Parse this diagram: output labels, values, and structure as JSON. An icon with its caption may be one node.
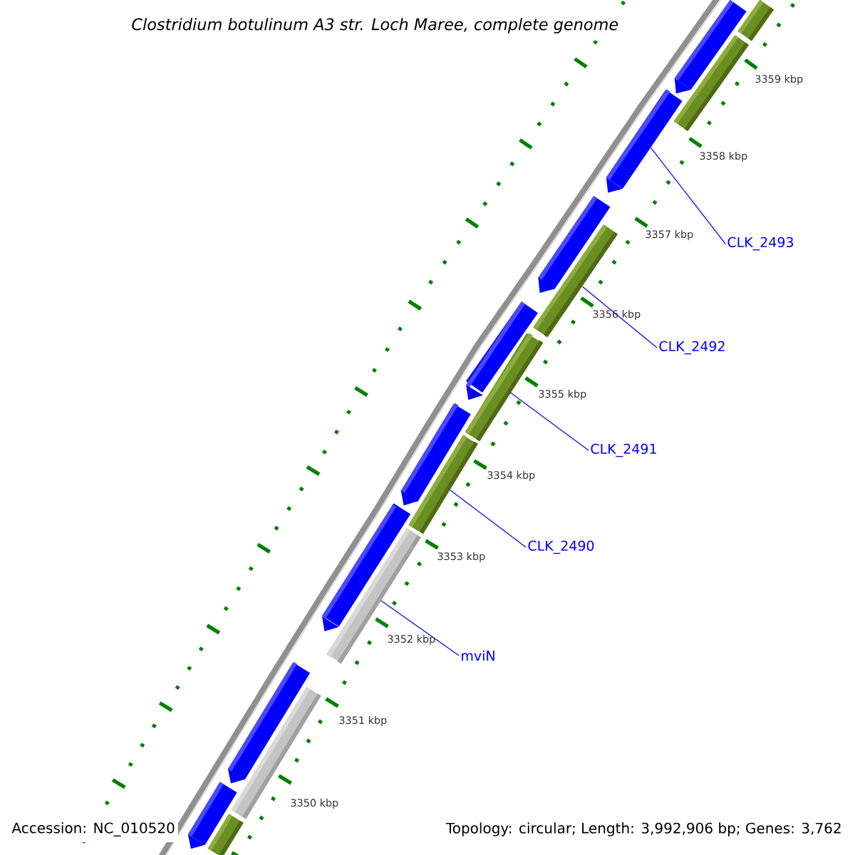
{
  "diagram": {
    "title": "Clostridium botulinum A3 str. Loch Maree, complete genome",
    "nodes": [
      {
        "text": [
          "CLK_2493"
        ]
      },
      {
        "text": [
          "CLK_2492"
        ]
      },
      {
        "text": [
          "CLK_2491"
        ]
      },
      {
        "text": [
          "CLK_2490"
        ]
      },
      {
        "text": [
          "mviN"
        ]
      },
      {
        "text": [],
        "shape": "bar"
      },
      {
        "text": [],
        "shape": "bar"
      },
      {
        "text": [],
        "shape": "bar"
      },
      {
        "text": [],
        "shape": "bar"
      },
      {
        "text": [],
        "shape": "bar"
      },
      {
        "text": [],
        "shape": "bar"
      },
      {
        "text": [],
        "shape": "bar"
      },
      {
        "text": [],
        "shape": "bar"
      },
      {
        "text": [],
        "shape": "bar"
      },
      {
        "text": [],
        "shape": "bar"
      },
      {
        "text": [],
        "shape": "bar"
      },
      {
        "text": [],
        "shape": "bar"
      },
      {
        "text": [],
        "shape": "bar"
      },
      {
        "text": [],
        "shape": "bar"
      },
      {
        "text": [],
        "shape": "bar"
      },
      {
        "text": [],
        "shape": "bar"
      }
    ],
    "edges": [
      {
        "from": 0,
        "to": 8,
        "arrow": "none"
      },
      {
        "from": 1,
        "to": 10,
        "arrow": "none"
      },
      {
        "from": 2,
        "to": 12,
        "arrow": "none"
      },
      {
        "from": 3,
        "to": 14,
        "arrow": "none"
      },
      {
        "from": 4,
        "to": 16,
        "arrow": "none"
      }
    ],
    "labels": [
      "3359 kbp",
      "3358 kbp",
      "3357 kbp",
      "3356 kbp",
      "3355 kbp",
      "3354 kbp",
      "3353 kbp",
      "3352 kbp",
      "3351 kbp",
      "3350 kbp",
      "Accession: NC_010520",
      "Topology: circular; Length: 3,992,906 bp; Genes: 3,762"
    ]
  }
}
